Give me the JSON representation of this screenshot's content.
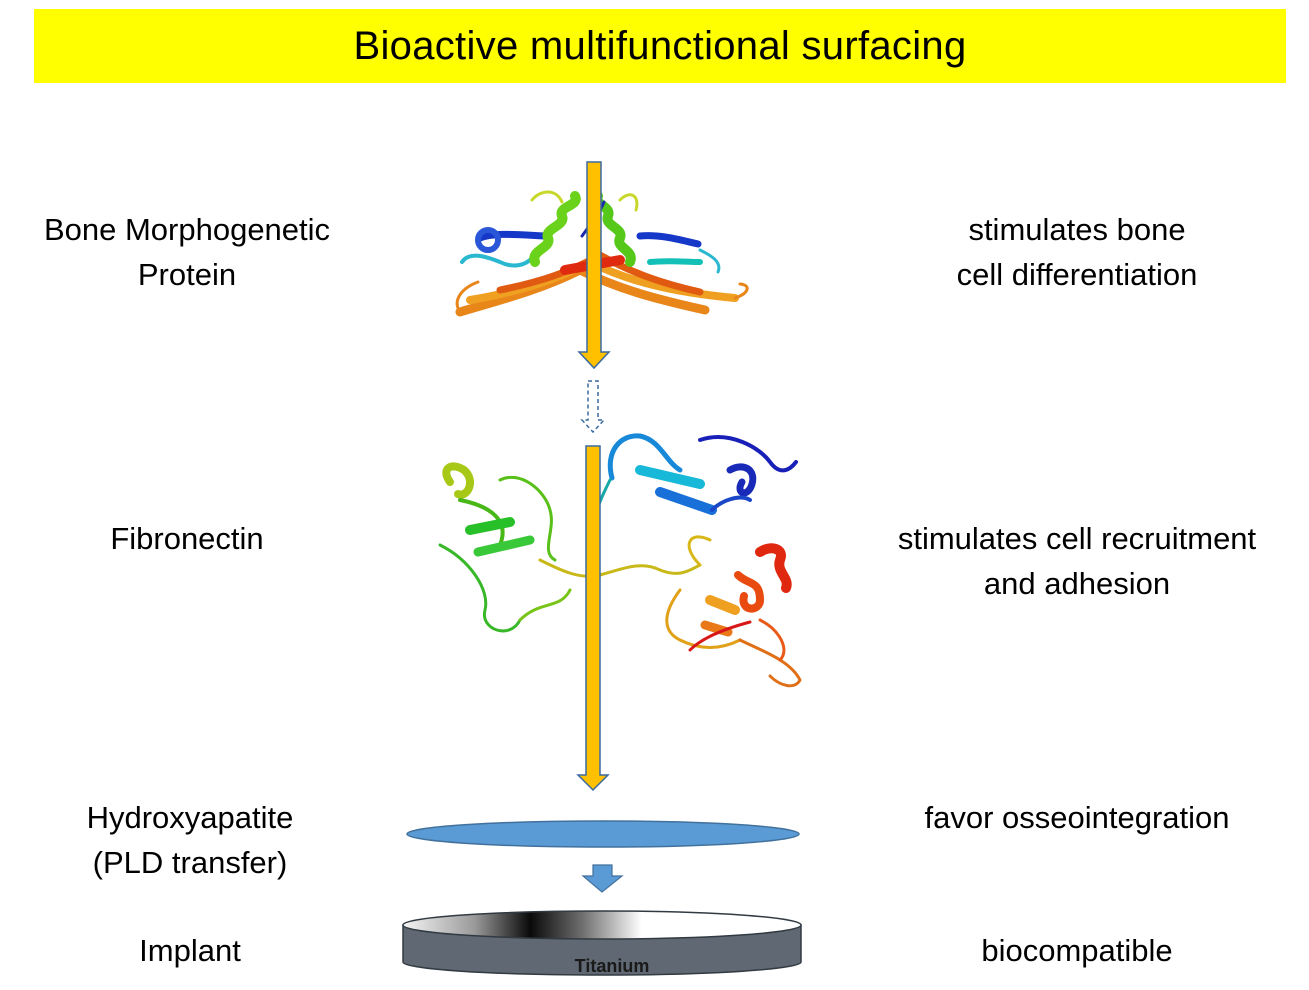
{
  "title": "Bioactive multifunctional surfacing",
  "layers": [
    {
      "name": "Bone Morphogenetic Protein",
      "name_lines": [
        "Bone Morphogenetic",
        "Protein"
      ],
      "effect_lines": [
        "stimulates bone",
        "cell differentiation"
      ]
    },
    {
      "name": "Fibronectin",
      "name_lines": [
        "Fibronectin"
      ],
      "effect_lines": [
        "stimulates cell recruitment",
        "and adhesion"
      ]
    },
    {
      "name": "Hydroxyapatite",
      "name_lines": [
        "Hydroxyapatite",
        "(PLD transfer)"
      ],
      "effect_lines": [
        "favor osseointegration"
      ]
    },
    {
      "name": "Implant",
      "name_lines": [
        "Implant"
      ],
      "effect_lines": [
        "biocompatible"
      ]
    }
  ],
  "implant_label": "Titanium",
  "colors": {
    "title_background": "#ffff00",
    "arrow_fill": "#ffc000",
    "arrow_stroke": "#3a6aa0",
    "hydroxyapatite_fill": "#5b9bd5",
    "implant_side": "#5f6873"
  },
  "icons": {
    "bmp_protein": "ribbon-protein-structure-icon",
    "fibronectin_protein": "ribbon-protein-structure-icon"
  }
}
